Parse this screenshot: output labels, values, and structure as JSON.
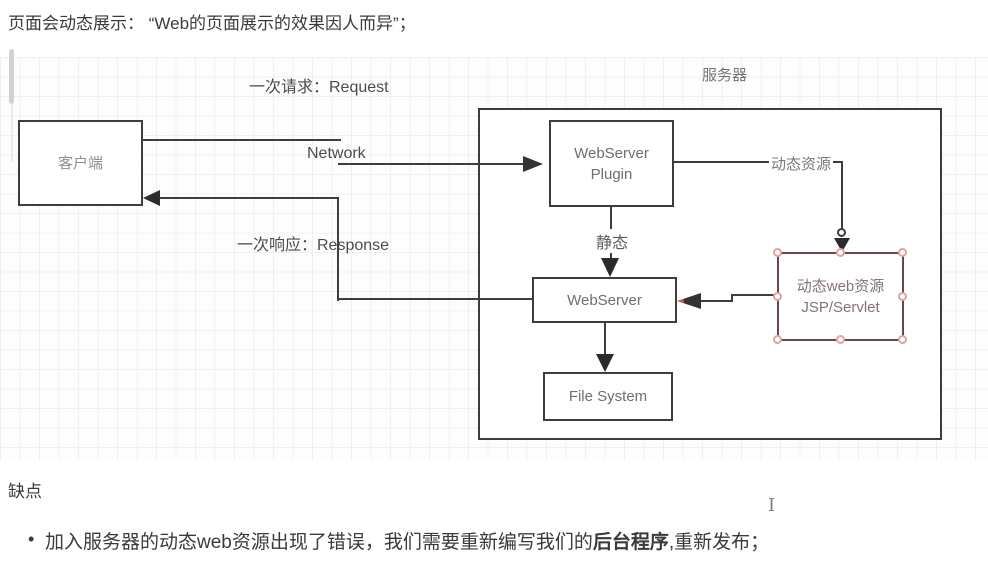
{
  "page": {
    "title": "页面会动态展示： “Web的页面展示的效果因人而异”；"
  },
  "diagram": {
    "server_label": "服务器",
    "request_label": "一次请求：Request",
    "response_label": "一次响应：Response",
    "network_label": "Network",
    "dynamic_resource_label": "动态资源",
    "static_label": "静态",
    "client": "客户端",
    "plugin_line1": "WebServer",
    "plugin_line2": "Plugin",
    "webserver": "WebServer",
    "file_system": "File System",
    "jsp_line1": "动态web资源",
    "jsp_line2": "JSP/Servlet",
    "colors": {
      "line": "#3d3d3d",
      "selected_border": "#6e4444",
      "handle_stroke": "#dfa3a3",
      "arrow_red": "#b65551"
    }
  },
  "footer": {
    "heading": "缺点",
    "bullet_marker": "•",
    "bullet_pre": "加入服务器的动态web资源出现了错误，我们需要重新编写我们的",
    "bullet_bold": "后台程序",
    "bullet_post": ",重新发布；",
    "cursor_glyph": "I"
  }
}
